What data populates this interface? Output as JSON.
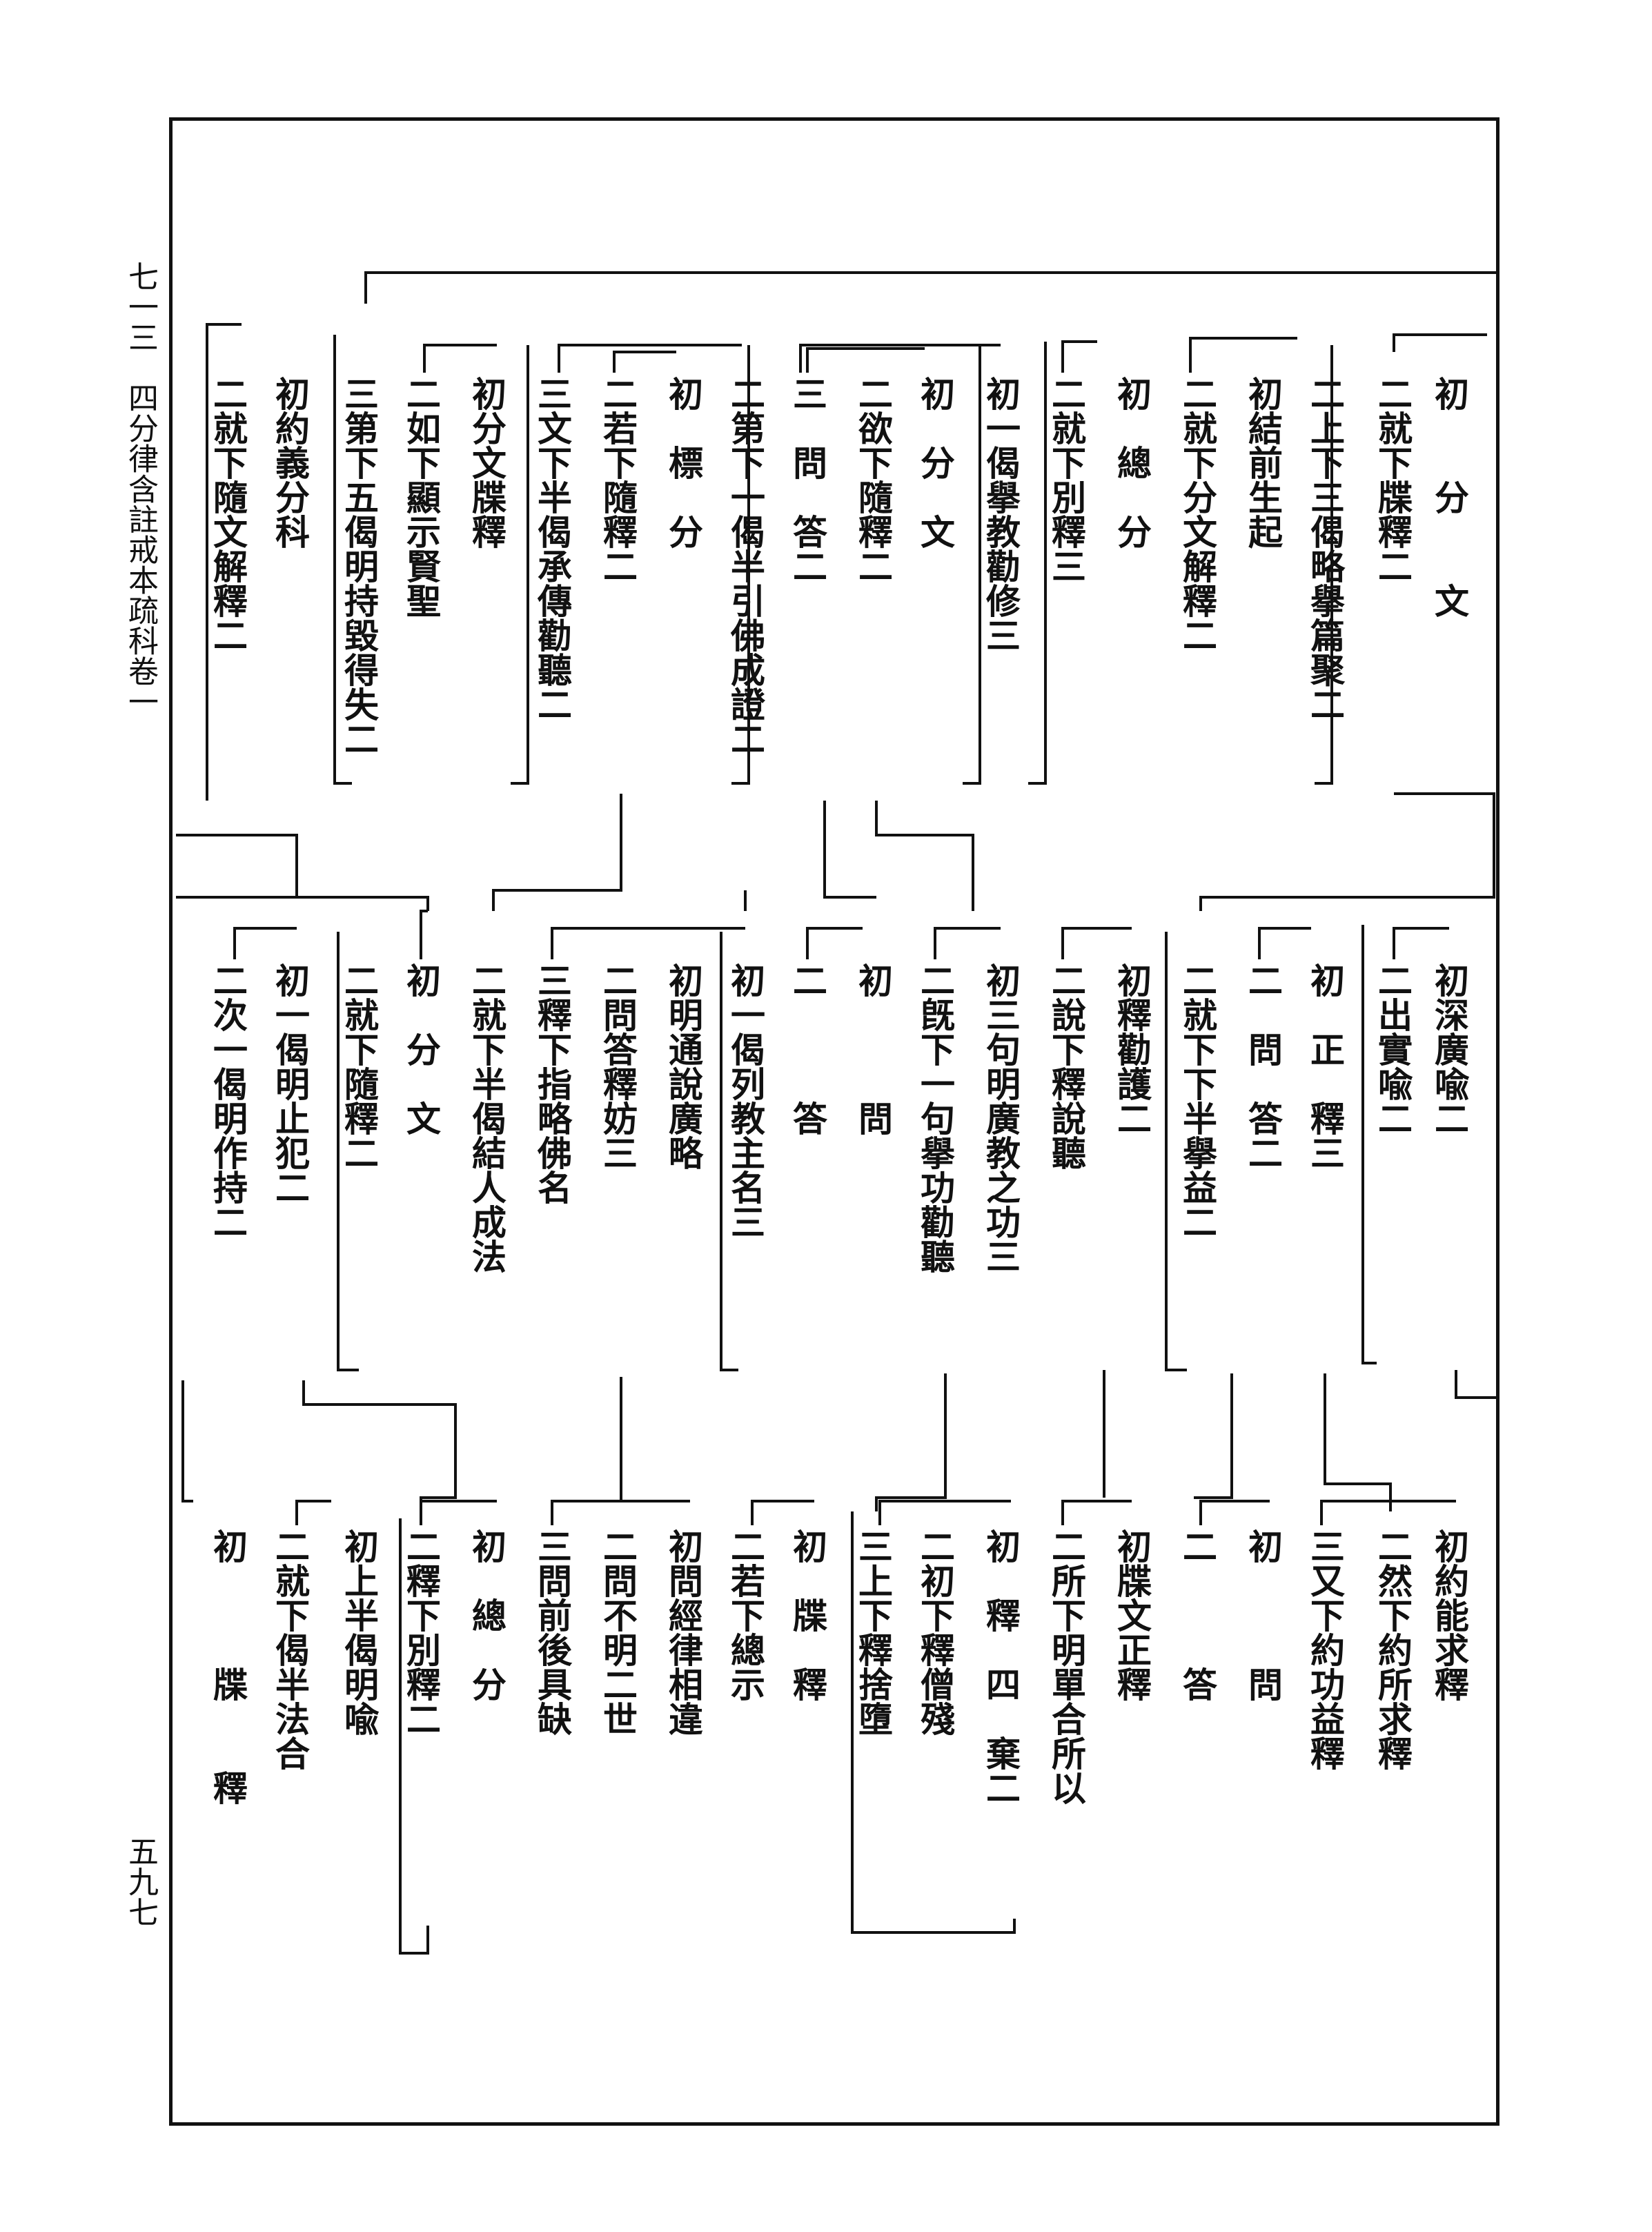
{
  "margin": {
    "header": "七一三　四分律含註戒本疏科卷一",
    "page_number": "五九七"
  },
  "rows": [
    {
      "columns": [
        {
          "id": "r1c01",
          "text": "初　　分　　文"
        },
        {
          "id": "r1c02",
          "text": "二就下牒釋二"
        },
        {
          "id": "r1c03",
          "text": "二上下三偈略擧篇聚二"
        },
        {
          "id": "r1c04",
          "text": "初結前生起"
        },
        {
          "id": "r1c05",
          "text": "二就下分文解釋二"
        },
        {
          "id": "r1c06",
          "text": "初　總　分"
        },
        {
          "id": "r1c07",
          "text": "二就下別釋三"
        },
        {
          "id": "r1c08",
          "text": "初一偈擧教勸修三"
        },
        {
          "id": "r1c09",
          "text": "初　分　文"
        },
        {
          "id": "r1c10",
          "text": "二欲下隨釋二"
        },
        {
          "id": "r1c11",
          "text": "三　問　答二"
        },
        {
          "id": "r1c12",
          "text": "二第下一偈半引佛成證二"
        },
        {
          "id": "r1c13",
          "text": "初　標　分"
        },
        {
          "id": "r1c14",
          "text": "二若下隨釋二"
        },
        {
          "id": "r1c15",
          "text": "三文下半偈承傳勸聽二"
        },
        {
          "id": "r1c16",
          "text": "初分文牒釋"
        },
        {
          "id": "r1c17",
          "text": "二如下顯示賢聖"
        },
        {
          "id": "r1c18",
          "text": "三第下五偈明持毀得失二"
        },
        {
          "id": "r1c19",
          "text": "初約義分科"
        },
        {
          "id": "r1c20",
          "text": "二就下隨文解釋二"
        }
      ]
    },
    {
      "columns": [
        {
          "id": "r2c01",
          "text": "初深廣喩二"
        },
        {
          "id": "r2c02",
          "text": "二出實喩二"
        },
        {
          "id": "r2c03",
          "text": "初　正　釋三"
        },
        {
          "id": "r2c04",
          "text": "二　問　答二"
        },
        {
          "id": "r2c05",
          "text": "二就下下半擧益二"
        },
        {
          "id": "r2c06",
          "text": "初釋勸護二"
        },
        {
          "id": "r2c07",
          "text": "二說下釋說聽"
        },
        {
          "id": "r2c08",
          "text": "初三句明廣教之功三"
        },
        {
          "id": "r2c09",
          "text": "二旣下一句擧功勸聽"
        },
        {
          "id": "r2c10",
          "text": "初　　　問"
        },
        {
          "id": "r2c11",
          "text": "二　　　答"
        },
        {
          "id": "r2c12",
          "text": "初一偈列教主名三"
        },
        {
          "id": "r2c13",
          "text": "初明通說廣略"
        },
        {
          "id": "r2c14",
          "text": "二問答釋妨三"
        },
        {
          "id": "r2c15",
          "text": "三釋下指略佛名"
        },
        {
          "id": "r2c16",
          "text": "二就下半偈結人成法"
        },
        {
          "id": "r2c17",
          "text": "初　分　文"
        },
        {
          "id": "r2c18",
          "text": "二就下隨釋二"
        },
        {
          "id": "r2c19",
          "text": "初一偈明止犯二"
        },
        {
          "id": "r2c20",
          "text": "二次一偈明作持二"
        }
      ]
    },
    {
      "columns": [
        {
          "id": "r3c01",
          "text": "初約能求釋"
        },
        {
          "id": "r3c02",
          "text": "二然下約所求釋"
        },
        {
          "id": "r3c03",
          "text": "三又下約功益釋"
        },
        {
          "id": "r3c04",
          "text": "初　　　問"
        },
        {
          "id": "r3c05",
          "text": "二　　　答"
        },
        {
          "id": "r3c06",
          "text": "初牒文正釋"
        },
        {
          "id": "r3c07",
          "text": "二所下明單合所以"
        },
        {
          "id": "r3c08",
          "text": "初　釋　四　棄二"
        },
        {
          "id": "r3c09",
          "text": "二初下釋僧殘"
        },
        {
          "id": "r3c10",
          "text": "三上下釋捨墮"
        },
        {
          "id": "r3c11",
          "text": "初　牒　釋"
        },
        {
          "id": "r3c12",
          "text": "二若下總示"
        },
        {
          "id": "r3c13",
          "text": "初問經律相違"
        },
        {
          "id": "r3c14",
          "text": "二問不明二世"
        },
        {
          "id": "r3c15",
          "text": "三問前後具缺"
        },
        {
          "id": "r3c16",
          "text": "初　總　分"
        },
        {
          "id": "r3c17",
          "text": "二釋下別釋二"
        },
        {
          "id": "r3c18",
          "text": "初上半偈明喩"
        },
        {
          "id": "r3c19",
          "text": "二就下偈半法合"
        },
        {
          "id": "r3c20",
          "text": "初　　　牒　　釋"
        }
      ]
    }
  ]
}
